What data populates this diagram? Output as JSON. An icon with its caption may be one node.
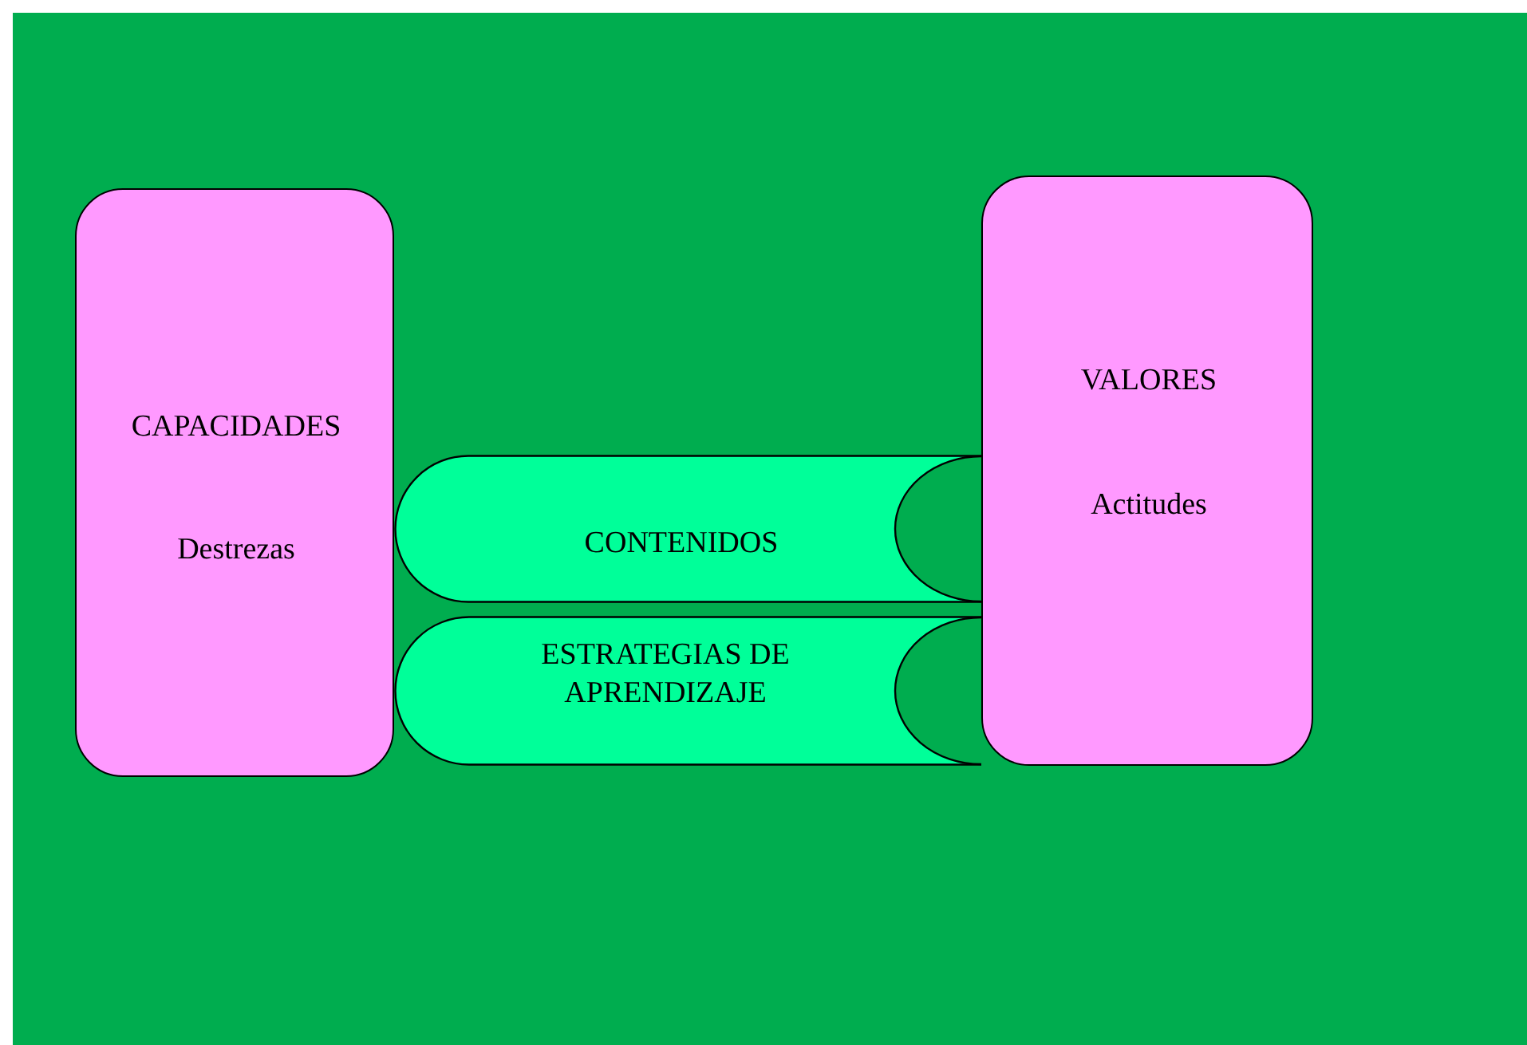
{
  "diagram": {
    "nodes": [
      {
        "text": [
          "CAPACIDADES",
          "Destrezas"
        ]
      },
      {
        "text": [
          "CONTENIDOS"
        ]
      },
      {
        "text": [
          "ESTRATEGIAS DE APRENDIZAJE"
        ]
      },
      {
        "text": [
          "VALORES",
          "Actitudes"
        ]
      }
    ],
    "edges": []
  }
}
